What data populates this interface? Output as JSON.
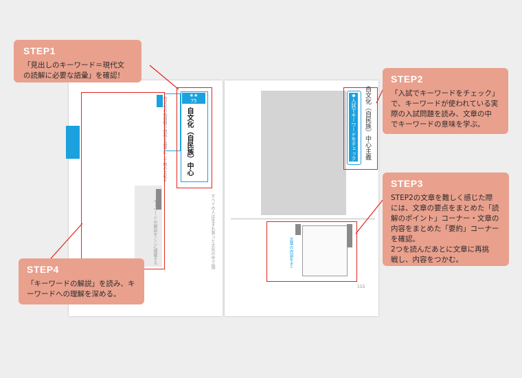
{
  "steps": [
    {
      "title": "STEP1",
      "text": "「見出しのキーワード＝現代文\nの読解に必要な語彙」を確認！"
    },
    {
      "title": "STEP2",
      "text": "「入試でキーワードをチェック」\nで、キーワードが使われている実\n際の入試問題を読み、文章の中\nでキーワードの意味を学ぶ。"
    },
    {
      "title": "STEP3",
      "text": "STEP2の文章を難しく感じた際\nには、文章の要点をまとめた「読\n解のポイント」コーナー・文章の\n内容をまとめた「要約」コーナー\nを確認。\n2つを読んだあとに文章に再挑\n戦し、内容をつかむ。"
    },
    {
      "title": "STEP4",
      "text": "「キーワードの解説」を読み、キ\nーワードへの理解を深める。"
    }
  ],
  "book": {
    "keyword_number": "75",
    "keyword_stars": "★★",
    "keyword_title": "自文化（自民族）中心主義",
    "right_running_head": "自文化（自民族）中心主義",
    "right_tab_label": "◆入試でキーワードをチェック◆",
    "page_number": "115"
  },
  "colors": {
    "callout": "#e9a08d",
    "leader_line": "#e1251b",
    "accent_blue": "#1ba1de"
  }
}
